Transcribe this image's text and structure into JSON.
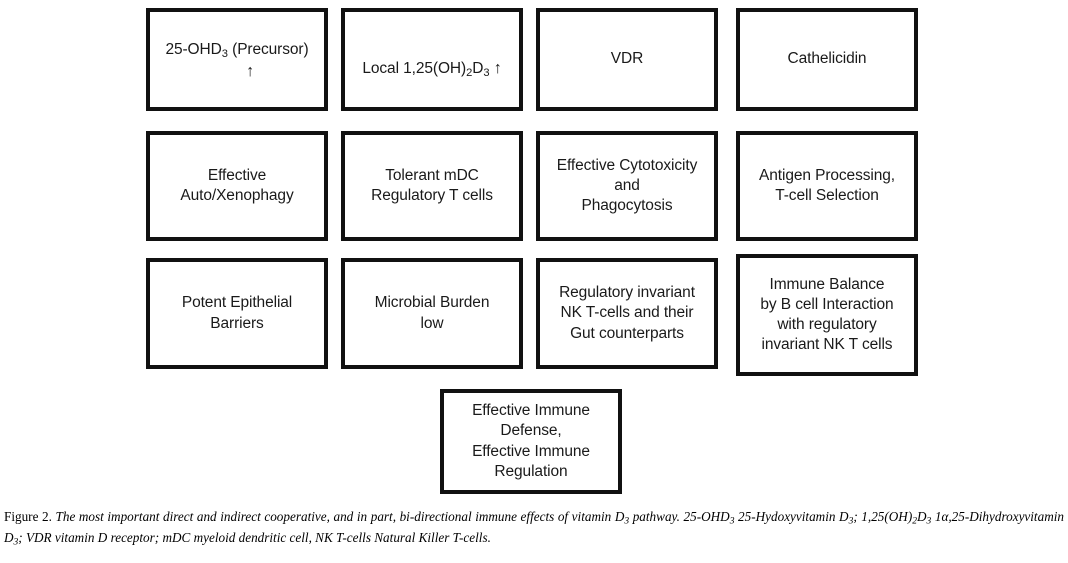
{
  "figure": {
    "label": "Figure 2.",
    "caption_line1": "The most important direct and indirect cooperative, and in part, bi-directional immune effects of vitamin D",
    "caption_line1b": " pathway. 25-OHD",
    "caption_line1c": " 25-",
    "caption_line2a": "Hydoxyvitamin D",
    "caption_line2b": "; 1,25(OH)",
    "caption_line2c": "D",
    "caption_line2d": " 1α,25-Dihydroxyvitamin D",
    "caption_line2e": "; VDR vitamin D receptor; mDC myeloid dendritic cell, NK T-cells Natural Killer T-cells.",
    "subscript_3": "3",
    "subscript_2": "2"
  },
  "diagram": {
    "type": "flowchart-grid",
    "rows": 4,
    "columns": 4,
    "border_color": "#111111",
    "background_color": "#ffffff",
    "text_color": "#1a1a1a",
    "arrow_up_glyph": "↑",
    "nodes": {
      "precursor": {
        "line1_pre": "25-OHD",
        "line1_sub": "3",
        "line1_post": " (Precursor)",
        "arrow": "↑"
      },
      "local125": {
        "pre": "Local 1,25(OH)",
        "sub1": "2",
        "mid": "D",
        "sub2": "3",
        "arrow": "↑"
      },
      "vdr": {
        "text": "VDR"
      },
      "cathelicidin": {
        "text": "Cathelicidin"
      },
      "autophagy": {
        "text": "Effective\nAuto/Xenophagy"
      },
      "tolerant_mdc": {
        "text": "Tolerant mDC\nRegulatory T cells"
      },
      "cytotoxicity": {
        "text": "Effective Cytotoxicity\nand\nPhagocytosis"
      },
      "antigen": {
        "text": "Antigen Processing,\nT-cell Selection"
      },
      "epithelial": {
        "text": "Potent Epithelial\nBarriers"
      },
      "microbial": {
        "text": "Microbial Burden\nlow"
      },
      "nkt_gut": {
        "text": "Regulatory invariant\nNK T-cells and their\nGut counterparts"
      },
      "immune_balance": {
        "text": "Immune Balance\nby B cell Interaction\nwith regulatory\ninvariant NK T cells"
      },
      "immune_defense": {
        "text": "Effective Immune\nDefense,\nEffective Immune\nRegulation"
      }
    }
  }
}
